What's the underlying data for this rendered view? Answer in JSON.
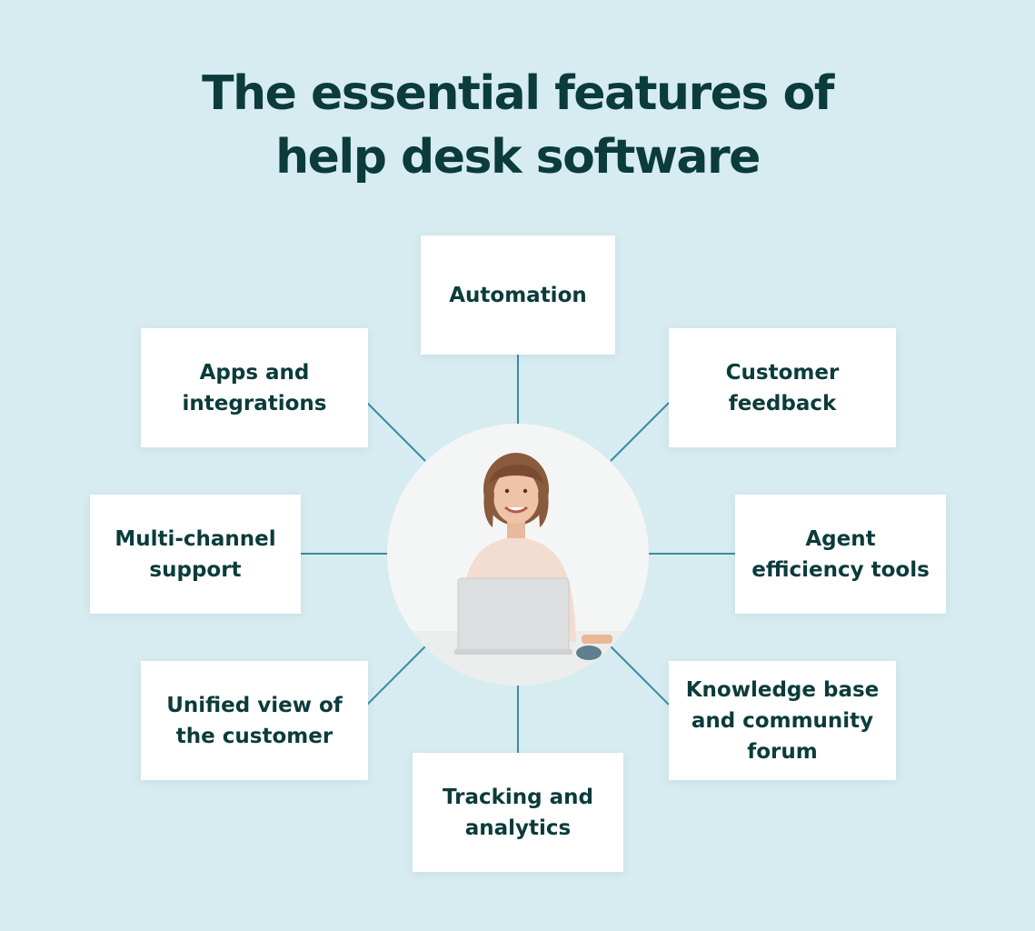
{
  "title": {
    "line1": "The essential features of",
    "line2": "help desk software"
  },
  "features": {
    "automation": "Automation",
    "apps": "Apps and integrations",
    "feedback": "Customer feedback",
    "multichannel": "Multi-channel support",
    "agent": "Agent efficiency tools",
    "unified": "Unified view of the customer",
    "knowledge": "Knowledge base and community forum",
    "tracking": "Tracking and analytics"
  },
  "colors": {
    "background": "#d6ecf0",
    "text": "#0b3b3b",
    "connector": "#3d8ba3",
    "box": "#ffffff"
  }
}
